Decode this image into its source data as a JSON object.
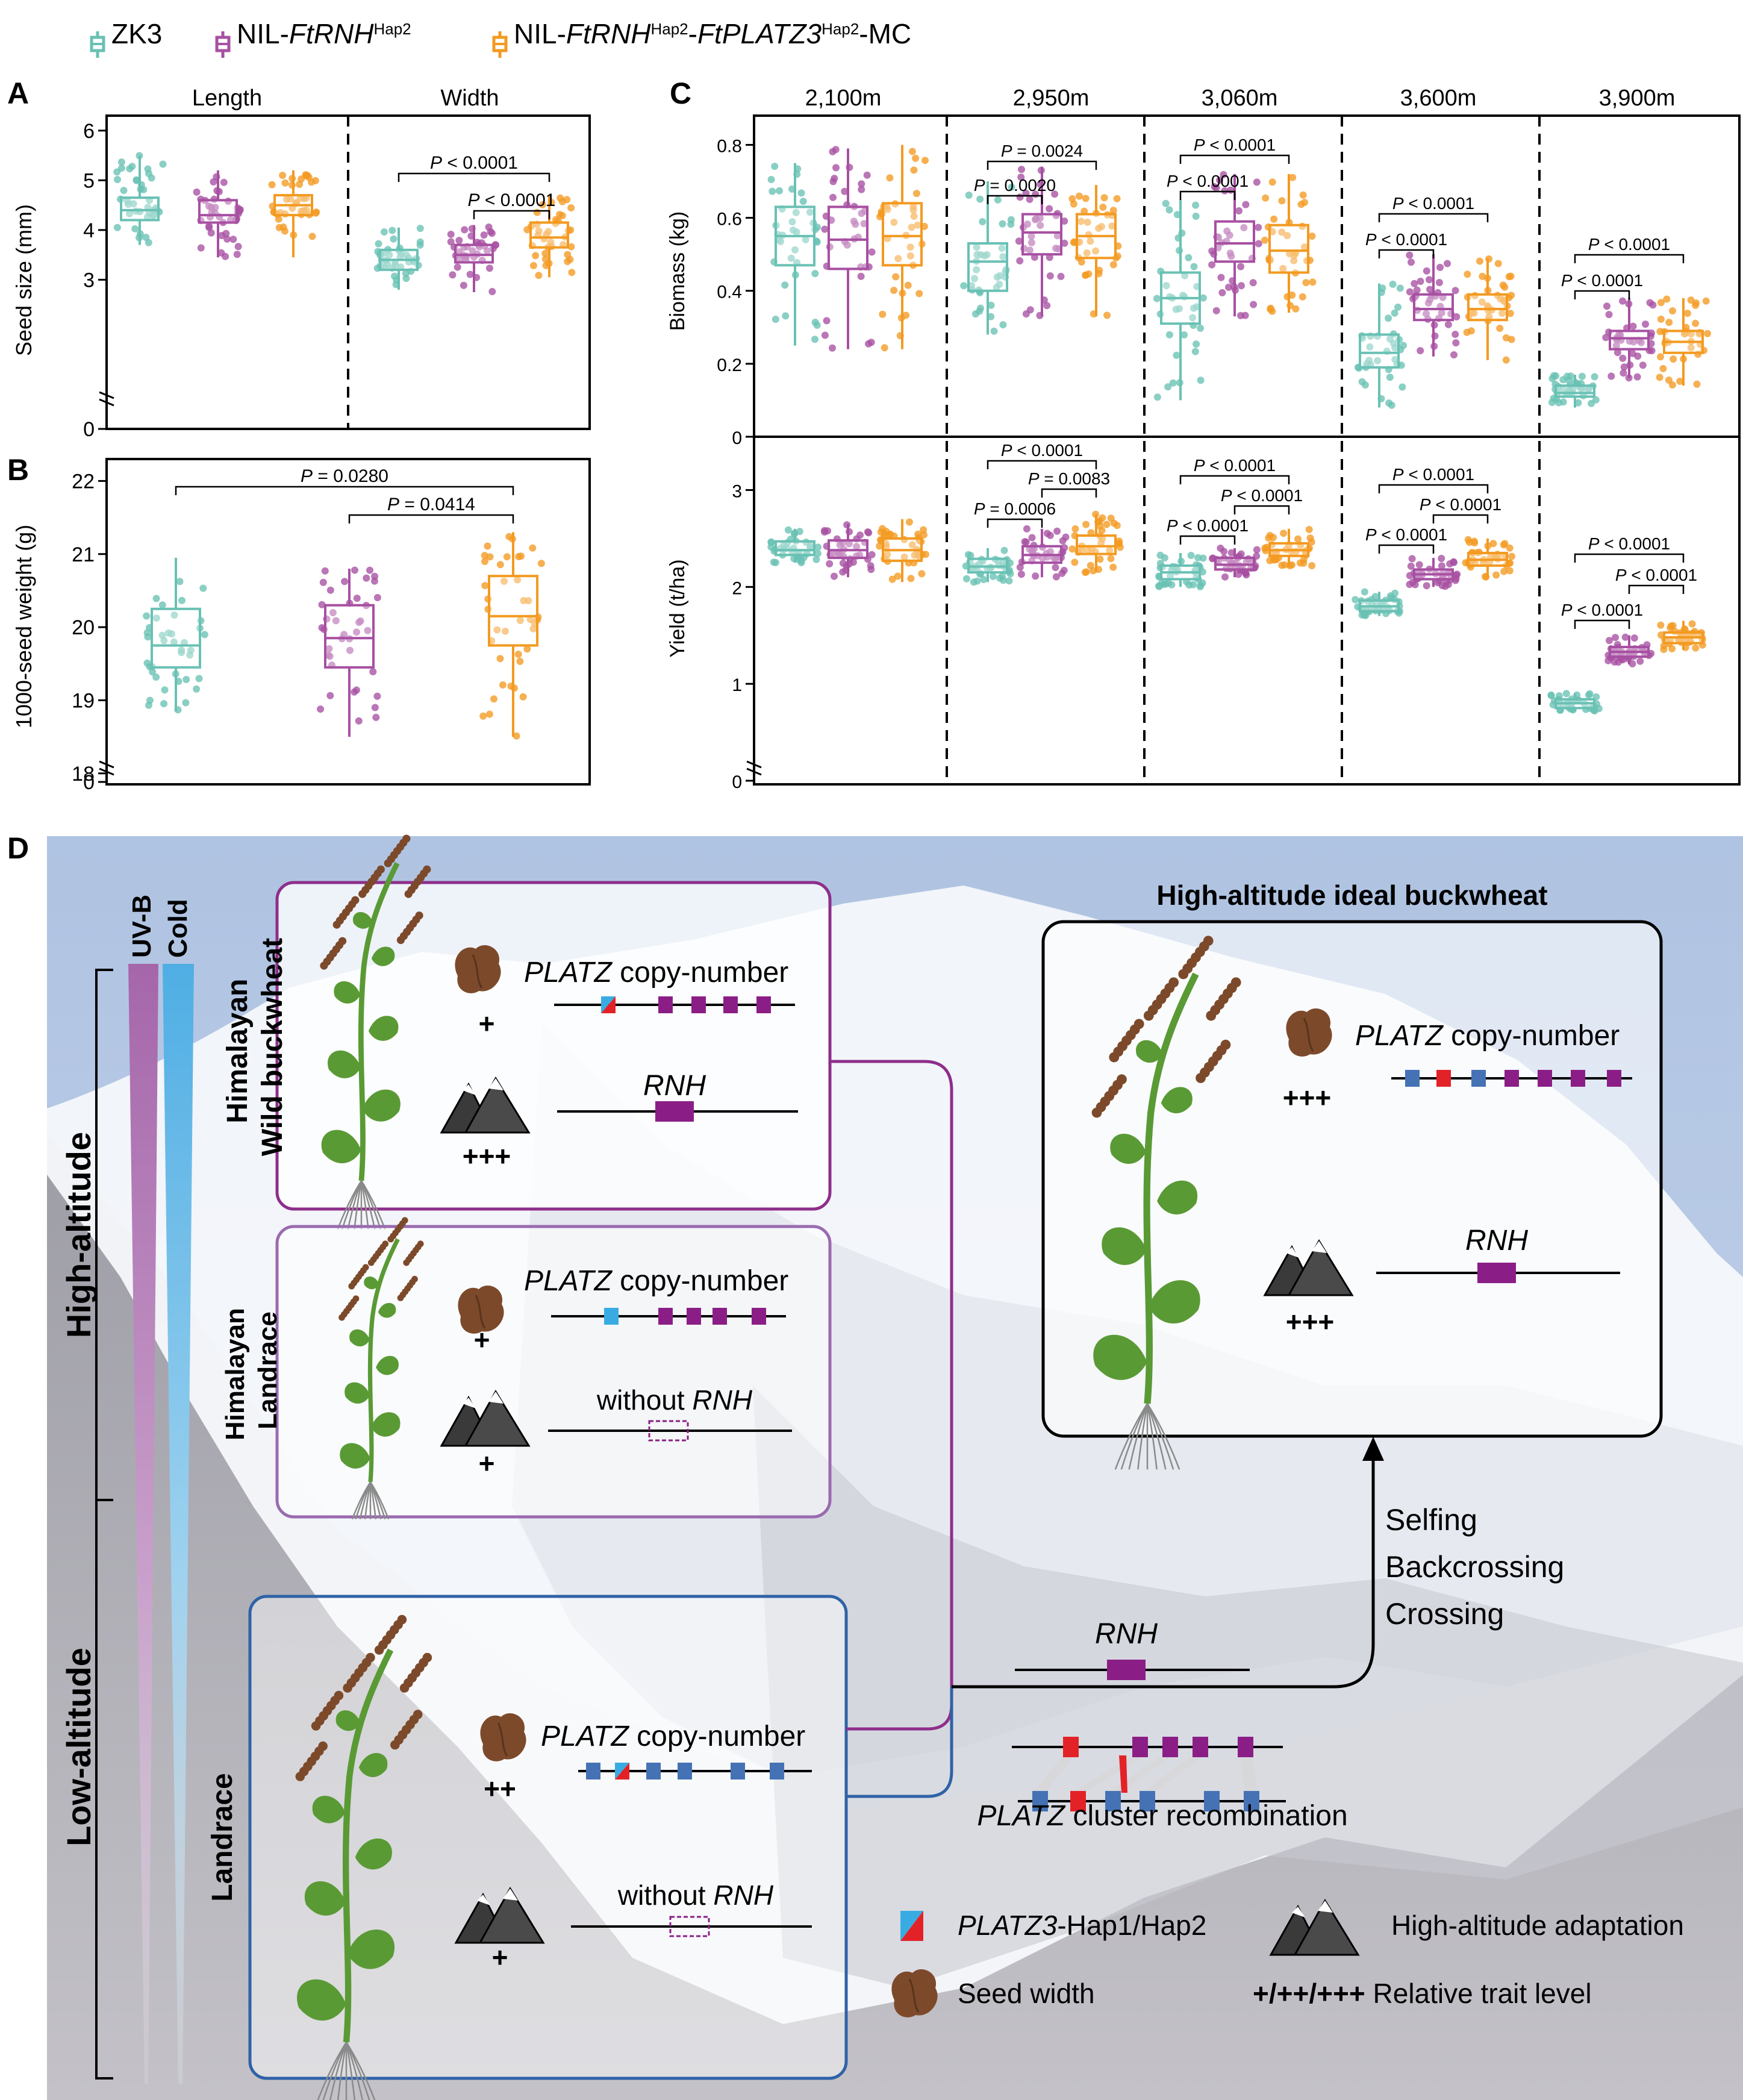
{
  "colors": {
    "zk3": "#69C1B4",
    "nil_rnh": "#A750A2",
    "nil_mc": "#F39A21",
    "purple_box": "#8E2E8B",
    "lilac_box": "#9A6BB0",
    "blue_box": "#2F62A7",
    "sky": "#B3C7E3",
    "mountain": "#A9A9AF",
    "uvb": "#B074B4",
    "cold": "#5EB4E6",
    "gene_purple": "#8B1E86",
    "gene_blue": "#4472B4",
    "gene_red": "#E32227",
    "gene_cyan": "#38ACE2",
    "leaf": "#5A9A35",
    "seed": "#7C4A2B"
  },
  "legend": [
    {
      "name": "ZK3",
      "color_key": "zk3",
      "parts": [
        {
          "t": "ZK3",
          "s": "normal"
        }
      ]
    },
    {
      "name": "NIL-FtRNH Hap2",
      "color_key": "nil_rnh",
      "parts": [
        {
          "t": "NIL-",
          "s": "normal"
        },
        {
          "t": "FtRNH",
          "s": "italic"
        },
        {
          "t": "Hap2",
          "s": "sup"
        }
      ]
    },
    {
      "name": "NIL-FtRNH Hap2-FtPLATZ3 Hap2-MC",
      "color_key": "nil_mc",
      "parts": [
        {
          "t": "NIL-",
          "s": "normal"
        },
        {
          "t": "FtRNH",
          "s": "italic"
        },
        {
          "t": "Hap2",
          "s": "sup"
        },
        {
          "t": "-",
          "s": "normal"
        },
        {
          "t": "FtPLATZ3",
          "s": "italic"
        },
        {
          "t": "Hap2",
          "s": "sup"
        },
        {
          "t": "-MC",
          "s": "normal"
        }
      ]
    }
  ],
  "chart_data": [
    {
      "id": "A",
      "type": "box",
      "panel_label": "A",
      "ylabel": "Seed size (mm)",
      "ylim": [
        0,
        6.3
      ],
      "yticks": [
        "0",
        "3",
        "4",
        "5",
        "6"
      ],
      "facets": [
        "Length",
        "Width"
      ],
      "groups": [
        "ZK3",
        "NIL-FtRNH Hap2",
        "NIL-FtRNH Hap2-FtPLATZ3 Hap2-MC"
      ],
      "boxes": [
        {
          "facet": "Length",
          "group": 0,
          "min": 3.7,
          "q1": 4.2,
          "median": 4.4,
          "q3": 4.65,
          "max": 5.5
        },
        {
          "facet": "Length",
          "group": 1,
          "min": 3.45,
          "q1": 4.15,
          "median": 4.3,
          "q3": 4.6,
          "max": 5.2
        },
        {
          "facet": "Length",
          "group": 2,
          "min": 3.45,
          "q1": 4.3,
          "median": 4.5,
          "q3": 4.7,
          "max": 5.2
        },
        {
          "facet": "Width",
          "group": 0,
          "min": 2.8,
          "q1": 3.2,
          "median": 3.4,
          "q3": 3.6,
          "max": 4.05
        },
        {
          "facet": "Width",
          "group": 1,
          "min": 2.75,
          "q1": 3.35,
          "median": 3.5,
          "q3": 3.7,
          "max": 4.1
        },
        {
          "facet": "Width",
          "group": 2,
          "min": 3.05,
          "q1": 3.65,
          "median": 3.85,
          "q3": 4.15,
          "max": 4.7
        }
      ],
      "comparisons": [
        {
          "facet": "Width",
          "from": 0,
          "to": 2,
          "label": "P < 0.0001"
        },
        {
          "facet": "Width",
          "from": 1,
          "to": 2,
          "label": "P < 0.0001"
        }
      ]
    },
    {
      "id": "B",
      "type": "box",
      "panel_label": "B",
      "ylabel": "1000-seed weight (g)",
      "ylim": [
        17.8,
        22.2
      ],
      "yticks": [
        "0",
        "18",
        "19",
        "20",
        "21",
        "22"
      ],
      "groups": [
        "ZK3",
        "NIL-FtRNH Hap2",
        "NIL-FtRNH Hap2-FtPLATZ3 Hap2-MC"
      ],
      "boxes": [
        {
          "group": 0,
          "min": 18.85,
          "q1": 19.45,
          "median": 19.75,
          "q3": 20.25,
          "max": 20.95
        },
        {
          "group": 1,
          "min": 18.5,
          "q1": 19.45,
          "median": 19.85,
          "q3": 20.3,
          "max": 20.8
        },
        {
          "group": 2,
          "min": 18.5,
          "q1": 19.75,
          "median": 20.15,
          "q3": 20.7,
          "max": 21.3
        }
      ],
      "comparisons": [
        {
          "from": 0,
          "to": 2,
          "label": "P = 0.0280"
        },
        {
          "from": 1,
          "to": 2,
          "label": "P = 0.0414"
        }
      ]
    },
    {
      "id": "C_biomass",
      "type": "box",
      "panel_label": "C",
      "ylabel": "Biomass (kg)",
      "ylim": [
        0,
        0.88
      ],
      "yticks": [
        "0",
        "0.2",
        "0.4",
        "0.6",
        "0.8"
      ],
      "facets": [
        "2,100m",
        "2,950m",
        "3,060m",
        "3,600m",
        "3,900m"
      ],
      "groups": [
        "ZK3",
        "NIL-FtRNH Hap2",
        "NIL-FtRNH Hap2-FtPLATZ3 Hap2-MC"
      ],
      "boxes": [
        {
          "facet": 0,
          "group": 0,
          "min": 0.25,
          "q1": 0.47,
          "median": 0.55,
          "q3": 0.63,
          "max": 0.75
        },
        {
          "facet": 0,
          "group": 1,
          "min": 0.24,
          "q1": 0.46,
          "median": 0.54,
          "q3": 0.63,
          "max": 0.79
        },
        {
          "facet": 0,
          "group": 2,
          "min": 0.24,
          "q1": 0.47,
          "median": 0.55,
          "q3": 0.64,
          "max": 0.8
        },
        {
          "facet": 1,
          "group": 0,
          "min": 0.28,
          "q1": 0.4,
          "median": 0.48,
          "q3": 0.53,
          "max": 0.7
        },
        {
          "facet": 1,
          "group": 1,
          "min": 0.33,
          "q1": 0.5,
          "median": 0.56,
          "q3": 0.61,
          "max": 0.74
        },
        {
          "facet": 1,
          "group": 2,
          "min": 0.33,
          "q1": 0.49,
          "median": 0.55,
          "q3": 0.61,
          "max": 0.69
        },
        {
          "facet": 2,
          "group": 0,
          "min": 0.1,
          "q1": 0.31,
          "median": 0.38,
          "q3": 0.45,
          "max": 0.65
        },
        {
          "facet": 2,
          "group": 1,
          "min": 0.33,
          "q1": 0.48,
          "median": 0.53,
          "q3": 0.59,
          "max": 0.72
        },
        {
          "facet": 2,
          "group": 2,
          "min": 0.34,
          "q1": 0.45,
          "median": 0.51,
          "q3": 0.58,
          "max": 0.72
        },
        {
          "facet": 3,
          "group": 0,
          "min": 0.08,
          "q1": 0.19,
          "median": 0.23,
          "q3": 0.28,
          "max": 0.42
        },
        {
          "facet": 3,
          "group": 1,
          "min": 0.22,
          "q1": 0.32,
          "median": 0.35,
          "q3": 0.39,
          "max": 0.5
        },
        {
          "facet": 3,
          "group": 2,
          "min": 0.21,
          "q1": 0.32,
          "median": 0.35,
          "q3": 0.39,
          "max": 0.49
        },
        {
          "facet": 4,
          "group": 0,
          "min": 0.08,
          "q1": 0.11,
          "median": 0.12,
          "q3": 0.14,
          "max": 0.17
        },
        {
          "facet": 4,
          "group": 1,
          "min": 0.16,
          "q1": 0.24,
          "median": 0.27,
          "q3": 0.29,
          "max": 0.38
        },
        {
          "facet": 4,
          "group": 2,
          "min": 0.14,
          "q1": 0.23,
          "median": 0.26,
          "q3": 0.29,
          "max": 0.38
        }
      ],
      "comparisons": [
        {
          "facet": 1,
          "from": 0,
          "to": 2,
          "label": "P = 0.0024"
        },
        {
          "facet": 1,
          "from": 0,
          "to": 1,
          "label": "P = 0.0020"
        },
        {
          "facet": 2,
          "from": 0,
          "to": 2,
          "label": "P < 0.0001"
        },
        {
          "facet": 2,
          "from": 0,
          "to": 1,
          "label": "P < 0.0001"
        },
        {
          "facet": 3,
          "from": 0,
          "to": 2,
          "label": "P < 0.0001"
        },
        {
          "facet": 3,
          "from": 0,
          "to": 1,
          "label": "P < 0.0001"
        },
        {
          "facet": 4,
          "from": 0,
          "to": 2,
          "label": "P < 0.0001"
        },
        {
          "facet": 4,
          "from": 0,
          "to": 1,
          "label": "P < 0.0001"
        }
      ]
    },
    {
      "id": "C_yield",
      "type": "box",
      "ylabel": "Yield (t/ha)",
      "ylim": [
        0,
        3.55
      ],
      "yticks": [
        "0",
        "1",
        "2",
        "3"
      ],
      "facets": [
        "2,100m",
        "2,950m",
        "3,060m",
        "3,600m",
        "3,900m"
      ],
      "groups": [
        "ZK3",
        "NIL-FtRNH Hap2",
        "NIL-FtRNH Hap2-FtPLATZ3 Hap2-MC"
      ],
      "boxes": [
        {
          "facet": 0,
          "group": 0,
          "min": 2.25,
          "q1": 2.33,
          "median": 2.38,
          "q3": 2.47,
          "max": 2.6
        },
        {
          "facet": 0,
          "group": 1,
          "min": 2.1,
          "q1": 2.3,
          "median": 2.38,
          "q3": 2.48,
          "max": 2.65
        },
        {
          "facet": 0,
          "group": 2,
          "min": 2.05,
          "q1": 2.27,
          "median": 2.38,
          "q3": 2.5,
          "max": 2.7
        },
        {
          "facet": 1,
          "group": 0,
          "min": 2.05,
          "q1": 2.15,
          "median": 2.21,
          "q3": 2.29,
          "max": 2.4
        },
        {
          "facet": 1,
          "group": 1,
          "min": 2.1,
          "q1": 2.25,
          "median": 2.33,
          "q3": 2.42,
          "max": 2.6
        },
        {
          "facet": 1,
          "group": 2,
          "min": 2.15,
          "q1": 2.34,
          "median": 2.42,
          "q3": 2.53,
          "max": 2.75
        },
        {
          "facet": 2,
          "group": 0,
          "min": 2.0,
          "q1": 2.08,
          "median": 2.15,
          "q3": 2.22,
          "max": 2.35
        },
        {
          "facet": 2,
          "group": 1,
          "min": 2.1,
          "q1": 2.18,
          "median": 2.23,
          "q3": 2.3,
          "max": 2.4
        },
        {
          "facet": 2,
          "group": 2,
          "min": 2.2,
          "q1": 2.32,
          "median": 2.38,
          "q3": 2.45,
          "max": 2.6
        },
        {
          "facet": 3,
          "group": 0,
          "min": 1.7,
          "q1": 1.75,
          "median": 1.8,
          "q3": 1.86,
          "max": 1.95
        },
        {
          "facet": 3,
          "group": 1,
          "min": 2.0,
          "q1": 2.08,
          "median": 2.13,
          "q3": 2.18,
          "max": 2.3
        },
        {
          "facet": 3,
          "group": 2,
          "min": 2.1,
          "q1": 2.22,
          "median": 2.28,
          "q3": 2.35,
          "max": 2.5
        },
        {
          "facet": 4,
          "group": 0,
          "min": 0.72,
          "q1": 0.75,
          "median": 0.8,
          "q3": 0.84,
          "max": 0.9
        },
        {
          "facet": 4,
          "group": 1,
          "min": 1.2,
          "q1": 1.28,
          "median": 1.33,
          "q3": 1.38,
          "max": 1.5
        },
        {
          "facet": 4,
          "group": 2,
          "min": 1.35,
          "q1": 1.42,
          "median": 1.48,
          "q3": 1.53,
          "max": 1.65
        }
      ],
      "comparisons": [
        {
          "facet": 1,
          "from": 0,
          "to": 2,
          "label": "P < 0.0001"
        },
        {
          "facet": 1,
          "from": 1,
          "to": 2,
          "label": "P = 0.0083"
        },
        {
          "facet": 1,
          "from": 0,
          "to": 1,
          "label": "P = 0.0006"
        },
        {
          "facet": 2,
          "from": 0,
          "to": 2,
          "label": "P < 0.0001"
        },
        {
          "facet": 2,
          "from": 1,
          "to": 2,
          "label": "P < 0.0001"
        },
        {
          "facet": 2,
          "from": 0,
          "to": 1,
          "label": "P < 0.0001"
        },
        {
          "facet": 3,
          "from": 0,
          "to": 2,
          "label": "P < 0.0001"
        },
        {
          "facet": 3,
          "from": 1,
          "to": 2,
          "label": "P < 0.0001"
        },
        {
          "facet": 3,
          "from": 0,
          "to": 1,
          "label": "P < 0.0001"
        },
        {
          "facet": 4,
          "from": 0,
          "to": 2,
          "label": "P < 0.0001"
        },
        {
          "facet": 4,
          "from": 1,
          "to": 2,
          "label": "P < 0.0001"
        },
        {
          "facet": 4,
          "from": 0,
          "to": 1,
          "label": "P < 0.0001"
        }
      ]
    }
  ],
  "panel_d": {
    "label": "D",
    "uvb": "UV-B",
    "cold": "Cold",
    "high_altitude": "High-altitude",
    "low_altitude": "Low-altitude",
    "title_ideal": "High-altitude ideal buckwheat",
    "box1_label": [
      "Himalayan",
      "Wild buckwheat"
    ],
    "box2_label": [
      "Himalayan",
      "Landrace"
    ],
    "box3_label": [
      "Landrace"
    ],
    "platz": "PLATZ",
    "copy_number": " copy-number",
    "rnh": "RNH",
    "without": "without ",
    "plus1": "+",
    "plus2": "++",
    "plus3": "+++",
    "steps": [
      "Selfing",
      "Backcrossing",
      "Crossing"
    ],
    "cluster_platz": "PLATZ",
    "cluster_rest": " cluster recombination",
    "legend_platz3": "PLATZ3",
    "legend_platz3_rest": "-Hap1/Hap2",
    "legend_adapt": "High-altitude adaptation",
    "legend_seed": "Seed width",
    "legend_plus": "+/++/+++",
    "legend_plus_rest": " Relative trait level"
  }
}
